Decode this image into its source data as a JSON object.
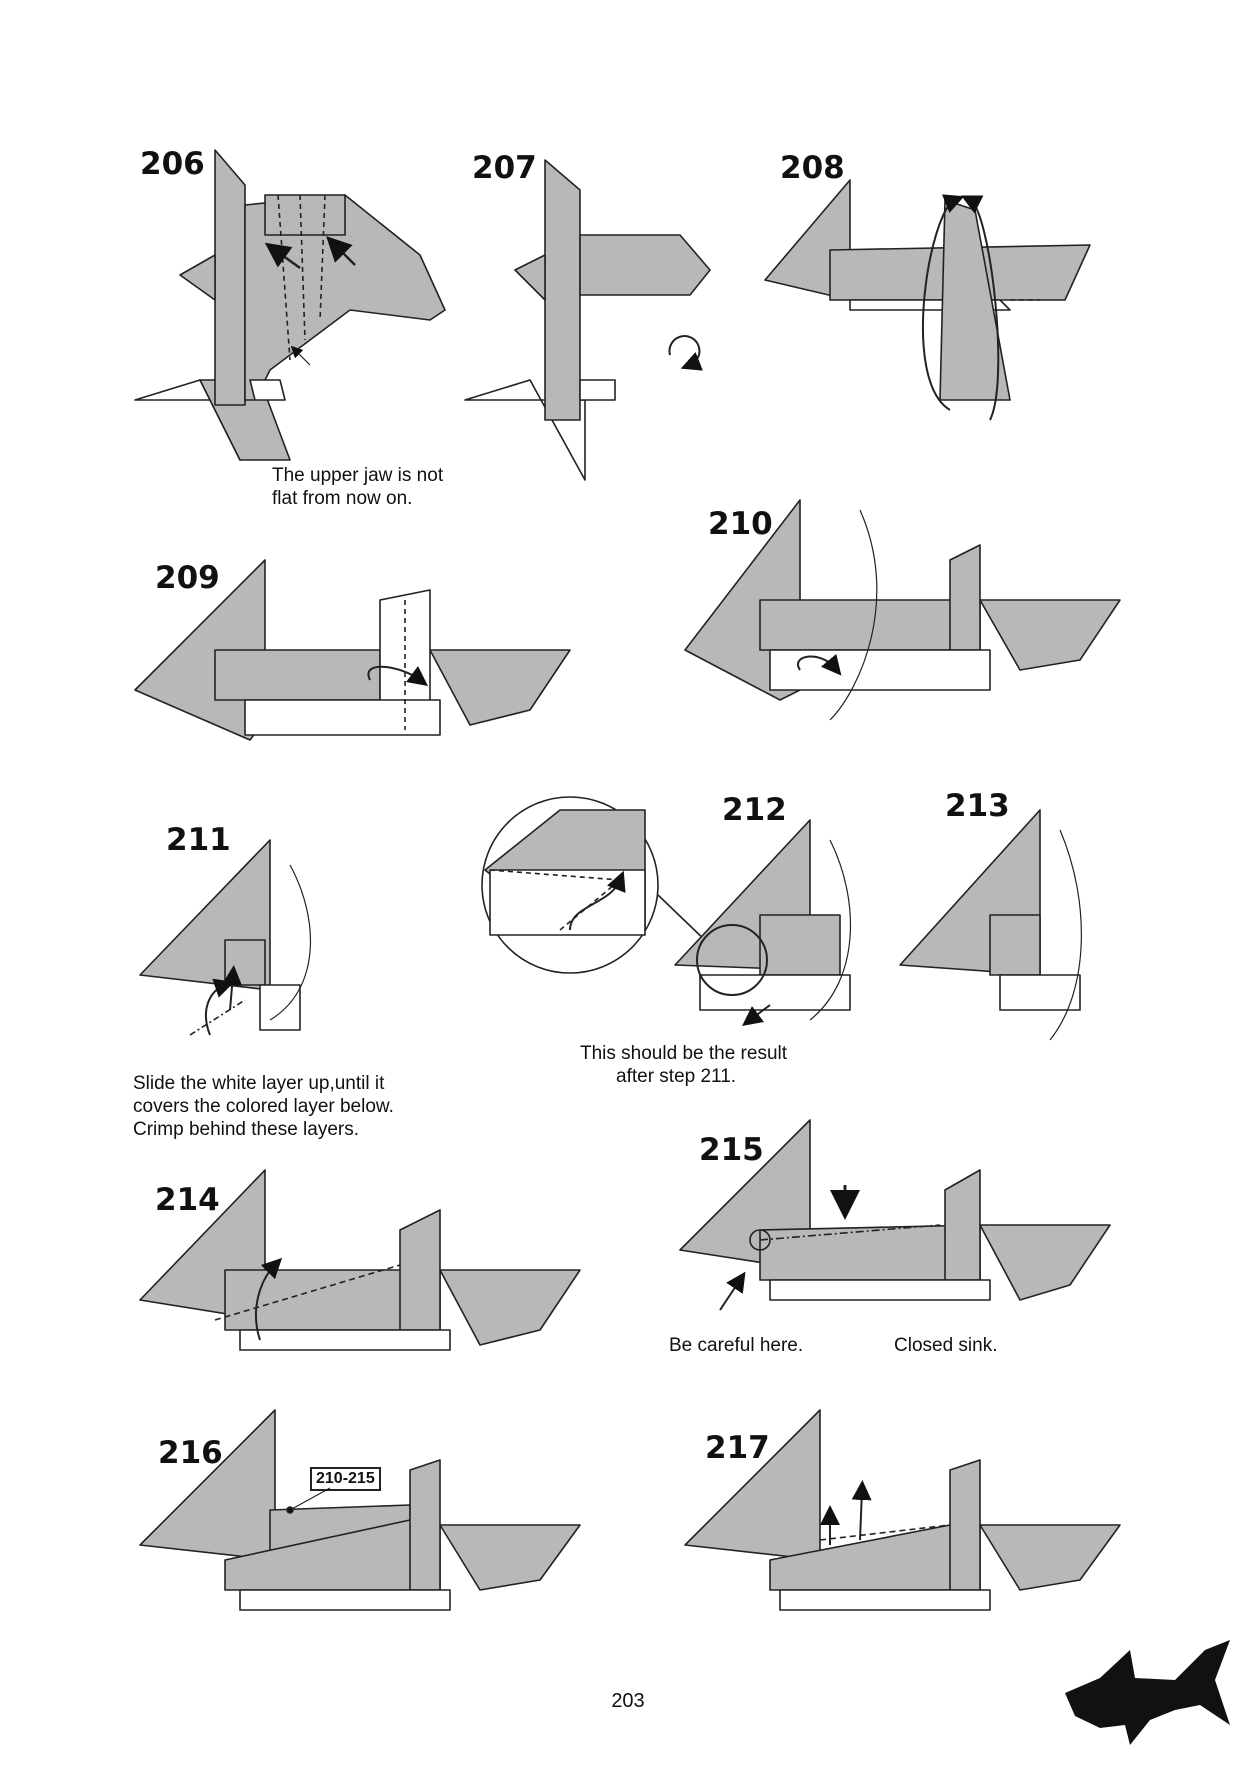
{
  "steps": {
    "s206": "206",
    "s207": "207",
    "s208": "208",
    "s209": "209",
    "s210": "210",
    "s211": "211",
    "s212": "212",
    "s213": "213",
    "s214": "214",
    "s215": "215",
    "s216": "216",
    "s217": "217"
  },
  "notes": {
    "upper_jaw": "The upper jaw is not flat from now on.",
    "slide_line1": "Slide the white layer up,until it",
    "slide_line2": "covers the colored layer below.",
    "slide_line3": "Crimp behind these layers.",
    "result_line1": "This should be the result",
    "result_line2": "after step 211.",
    "careful": "Be careful here.",
    "closed_sink": "Closed sink.",
    "upper_jaw_line1": "The upper jaw is not",
    "upper_jaw_line2": "flat from now on."
  },
  "reference_box": "210-215",
  "page_number": "203",
  "colors": {
    "paper_colored": "#b8b8b8",
    "paper_white": "#ffffff",
    "line": "#222222"
  }
}
